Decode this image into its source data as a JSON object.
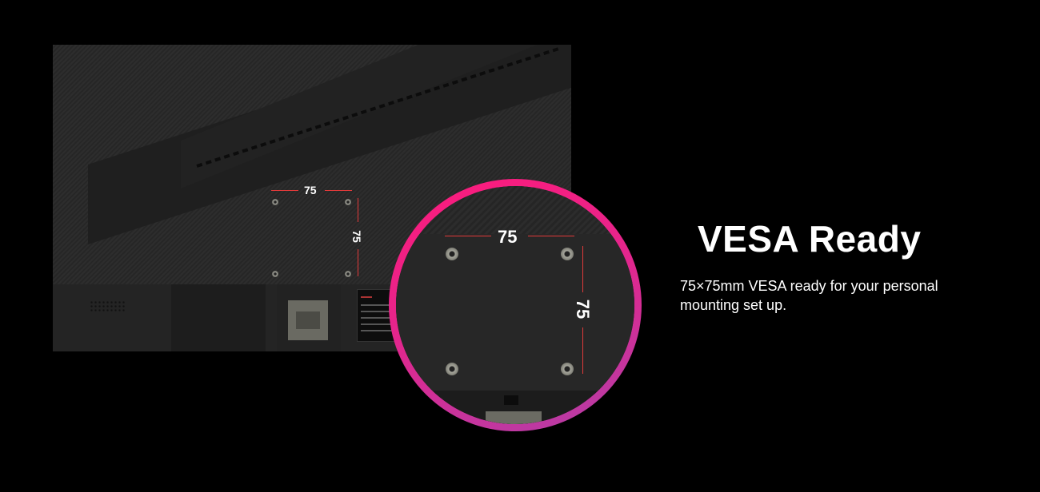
{
  "heading": "VESA Ready",
  "description": "75×75mm VESA ready for your personal mounting set up.",
  "monitor_dimensions": {
    "horizontal": "75",
    "vertical": "75"
  },
  "zoom_dimensions": {
    "horizontal": "75",
    "vertical": "75"
  },
  "colors": {
    "background": "#000000",
    "ring_top": "#ff1a7a",
    "ring_bottom": "#b23ea8",
    "dimension_line": "#e23a3a",
    "text": "#ffffff"
  }
}
